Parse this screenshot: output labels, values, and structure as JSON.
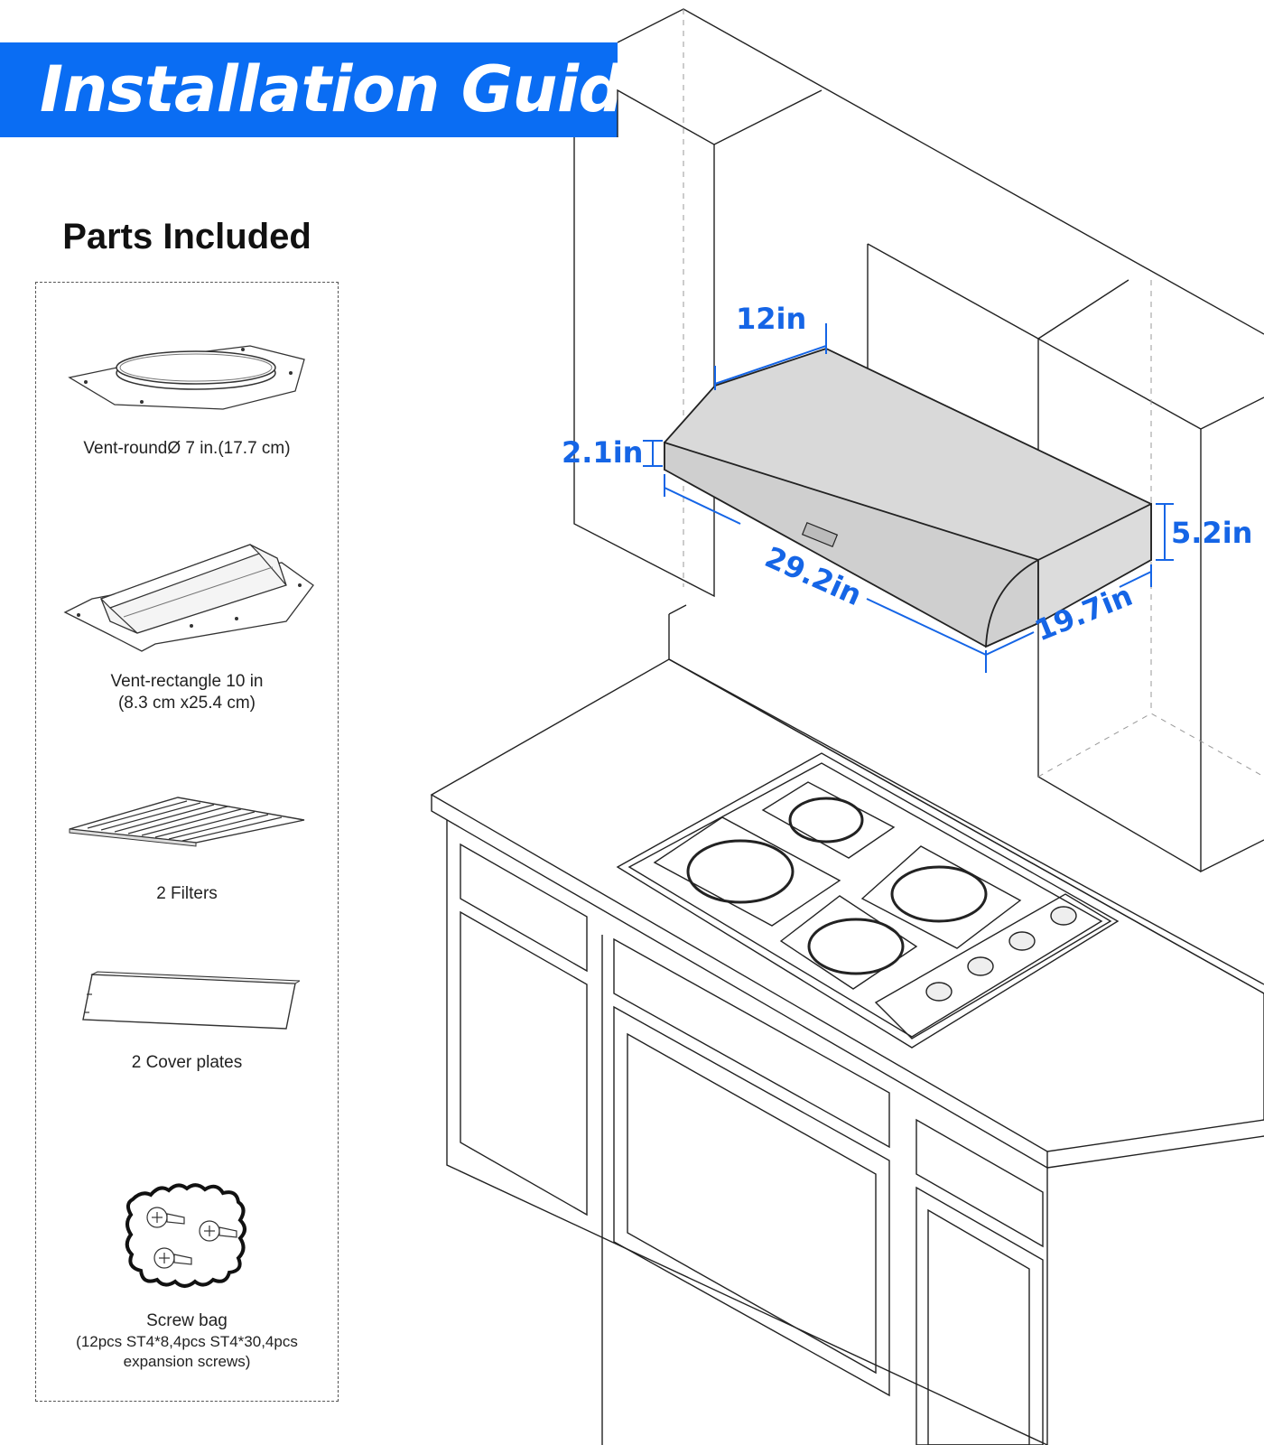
{
  "banner": {
    "title": "Installation Guide"
  },
  "parts_heading": "Parts Included",
  "parts": [
    {
      "label": "Vent-roundØ 7 in.(17.7 cm)",
      "note": ""
    },
    {
      "label": "Vent-rectangle 10 in",
      "note": "(8.3 cm x25.4 cm)"
    },
    {
      "label": "2 Filters",
      "note": ""
    },
    {
      "label": "2 Cover plates",
      "note": ""
    },
    {
      "label": "Screw bag",
      "note": "(12pcs ST4*8,4pcs ST4*30,4pcs\nexpansion screws)"
    }
  ],
  "dimensions": {
    "depth_top": "12in",
    "front_height": "2.1in",
    "width": "29.2in",
    "side_height": "5.2in",
    "side_depth": "19.7in"
  },
  "colors": {
    "banner": "#0a6df3",
    "dimension": "#1565e6",
    "hood": "#d9d9d9"
  }
}
